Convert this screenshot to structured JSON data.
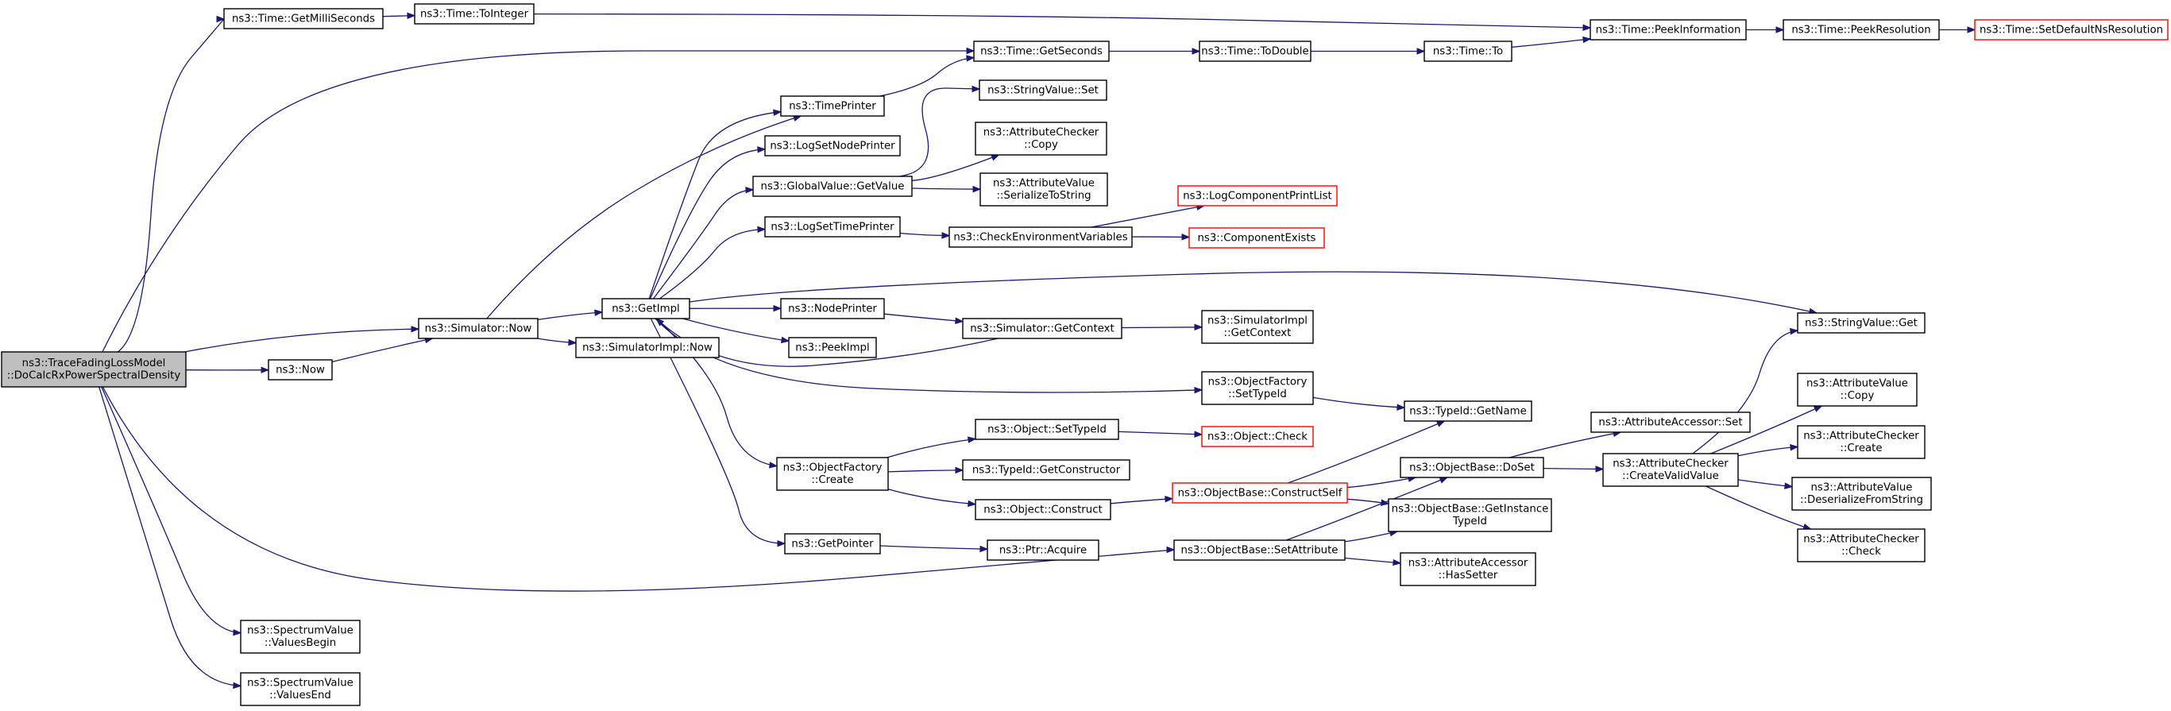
{
  "graph": {
    "nodes": [
      {
        "id": "root",
        "lines": [
          "ns3::TraceFadingLossModel",
          "::DoCalcRxPowerSpectralDensity"
        ],
        "style": "root"
      },
      {
        "id": "getMilli",
        "lines": [
          "ns3::Time::GetMilliSeconds"
        ]
      },
      {
        "id": "toInteger",
        "lines": [
          "ns3::Time::ToInteger"
        ]
      },
      {
        "id": "peekInfo",
        "lines": [
          "ns3::Time::PeekInformation"
        ]
      },
      {
        "id": "peekRes",
        "lines": [
          "ns3::Time::PeekResolution"
        ]
      },
      {
        "id": "setDefRes",
        "lines": [
          "ns3::Time::SetDefaultNsResolution"
        ],
        "style": "truncated"
      },
      {
        "id": "getSeconds",
        "lines": [
          "ns3::Time::GetSeconds"
        ]
      },
      {
        "id": "toDouble",
        "lines": [
          "ns3::Time::ToDouble"
        ]
      },
      {
        "id": "timeTo",
        "lines": [
          "ns3::Time::To"
        ]
      },
      {
        "id": "timePrinter",
        "lines": [
          "ns3::TimePrinter"
        ]
      },
      {
        "id": "strSet",
        "lines": [
          "ns3::StringValue::Set"
        ]
      },
      {
        "id": "logSetNode",
        "lines": [
          "ns3::LogSetNodePrinter"
        ]
      },
      {
        "id": "attrCheckCopy",
        "lines": [
          "ns3::AttributeChecker",
          "::Copy"
        ]
      },
      {
        "id": "gvGetValue",
        "lines": [
          "ns3::GlobalValue::GetValue"
        ]
      },
      {
        "id": "attrSerialize",
        "lines": [
          "ns3::AttributeValue",
          "::SerializeToString"
        ]
      },
      {
        "id": "logCompPrint",
        "lines": [
          "ns3::LogComponentPrintList"
        ],
        "style": "truncated"
      },
      {
        "id": "logSetTime",
        "lines": [
          "ns3::LogSetTimePrinter"
        ]
      },
      {
        "id": "checkEnv",
        "lines": [
          "ns3::CheckEnvironmentVariables"
        ]
      },
      {
        "id": "compExists",
        "lines": [
          "ns3::ComponentExists"
        ],
        "style": "truncated"
      },
      {
        "id": "getImpl",
        "lines": [
          "ns3::GetImpl"
        ]
      },
      {
        "id": "strGet",
        "lines": [
          "ns3::StringValue::Get"
        ]
      },
      {
        "id": "simNow",
        "lines": [
          "ns3::Simulator::Now"
        ]
      },
      {
        "id": "nodePrinter",
        "lines": [
          "ns3::NodePrinter"
        ]
      },
      {
        "id": "simGetCtx",
        "lines": [
          "ns3::Simulator::GetContext"
        ]
      },
      {
        "id": "simImplGetCtx",
        "lines": [
          "ns3::SimulatorImpl",
          "::GetContext"
        ]
      },
      {
        "id": "now",
        "lines": [
          "ns3::Now"
        ]
      },
      {
        "id": "simImplNow",
        "lines": [
          "ns3::SimulatorImpl::Now"
        ]
      },
      {
        "id": "peekImpl",
        "lines": [
          "ns3::PeekImpl"
        ]
      },
      {
        "id": "ofSetTypeId",
        "lines": [
          "ns3::ObjectFactory",
          "::SetTypeId"
        ]
      },
      {
        "id": "typeIdGetName",
        "lines": [
          "ns3::TypeId::GetName"
        ]
      },
      {
        "id": "attrAccSet",
        "lines": [
          "ns3::AttributeAccessor::Set"
        ]
      },
      {
        "id": "attrValCopy",
        "lines": [
          "ns3::AttributeValue",
          "::Copy"
        ]
      },
      {
        "id": "objSetTypeId",
        "lines": [
          "ns3::Object::SetTypeId"
        ]
      },
      {
        "id": "objCheck",
        "lines": [
          "ns3::Object::Check"
        ],
        "style": "truncated"
      },
      {
        "id": "attrCheckCreate",
        "lines": [
          "ns3::AttributeChecker",
          "::Create"
        ]
      },
      {
        "id": "ofCreate",
        "lines": [
          "ns3::ObjectFactory",
          "::Create"
        ]
      },
      {
        "id": "typeIdGetCtor",
        "lines": [
          "ns3::TypeId::GetConstructor"
        ]
      },
      {
        "id": "obDoSet",
        "lines": [
          "ns3::ObjectBase::DoSet"
        ]
      },
      {
        "id": "attrCheckCVV",
        "lines": [
          "ns3::AttributeChecker",
          "::CreateValidValue"
        ]
      },
      {
        "id": "obConstructSelf",
        "lines": [
          "ns3::ObjectBase::ConstructSelf"
        ],
        "style": "truncated"
      },
      {
        "id": "attrValDeser",
        "lines": [
          "ns3::AttributeValue",
          "::DeserializeFromString"
        ]
      },
      {
        "id": "objConstruct",
        "lines": [
          "ns3::Object::Construct"
        ]
      },
      {
        "id": "obGetInstTypeId",
        "lines": [
          "ns3::ObjectBase::GetInstance",
          "TypeId"
        ]
      },
      {
        "id": "getPointer",
        "lines": [
          "ns3::GetPointer"
        ]
      },
      {
        "id": "ptrAcquire",
        "lines": [
          "ns3::Ptr::Acquire"
        ]
      },
      {
        "id": "obSetAttribute",
        "lines": [
          "ns3::ObjectBase::SetAttribute"
        ]
      },
      {
        "id": "attrCheckCheck",
        "lines": [
          "ns3::AttributeChecker",
          "::Check"
        ]
      },
      {
        "id": "attrAccHasSetter",
        "lines": [
          "ns3::AttributeAccessor",
          "::HasSetter"
        ]
      },
      {
        "id": "svValuesBegin",
        "lines": [
          "ns3::SpectrumValue",
          "::ValuesBegin"
        ]
      },
      {
        "id": "svValuesEnd",
        "lines": [
          "ns3::SpectrumValue",
          "::ValuesEnd"
        ]
      }
    ]
  },
  "colors": {
    "edge": "#191970",
    "node_border": "#000000",
    "truncated_border": "#ff0000",
    "root_fill": "#bfbfbf",
    "node_fill": "#ffffff"
  }
}
